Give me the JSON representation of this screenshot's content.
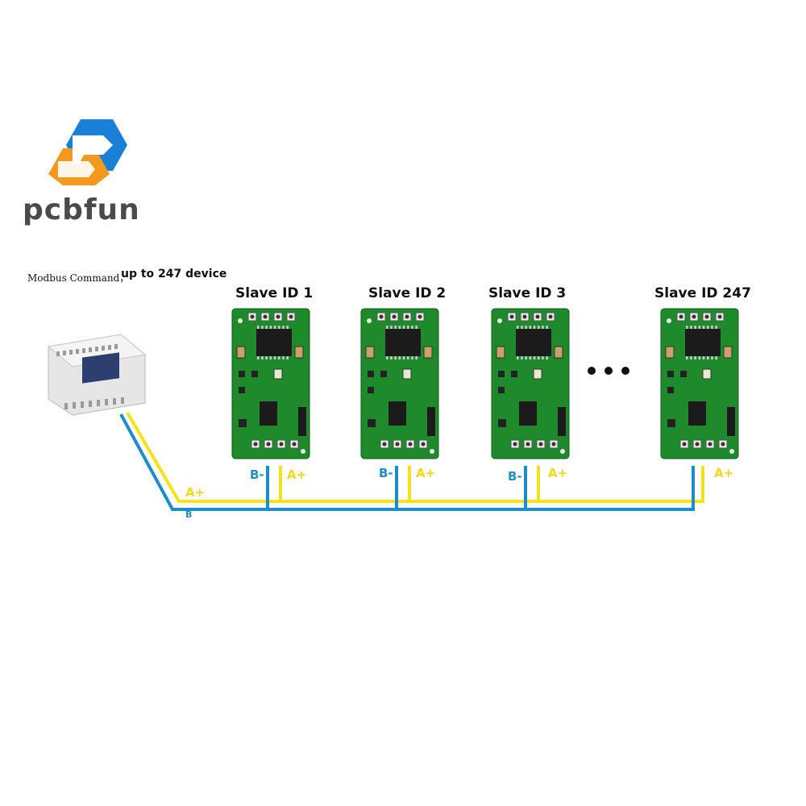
{
  "brand": {
    "name": "pcbfun"
  },
  "header": {
    "command_label": "Modbus Command，",
    "capacity_label": "up to 247 device"
  },
  "slaves": [
    {
      "title": "Slave ID 1"
    },
    {
      "title": "Slave ID 2"
    },
    {
      "title": "Slave ID 3"
    },
    {
      "title": "Slave ID 247"
    }
  ],
  "ellipsis": "• • •",
  "wires": {
    "a_label": "A+",
    "b_label": "B-",
    "master_a_label": "A+",
    "master_b_label": "B"
  },
  "colors": {
    "wire_a": "#f4e21a",
    "wire_b": "#1e8ccb",
    "logo_blue": "#1a7fd6",
    "logo_orange": "#f39a1e",
    "pcb_green": "#1f8a2c"
  }
}
